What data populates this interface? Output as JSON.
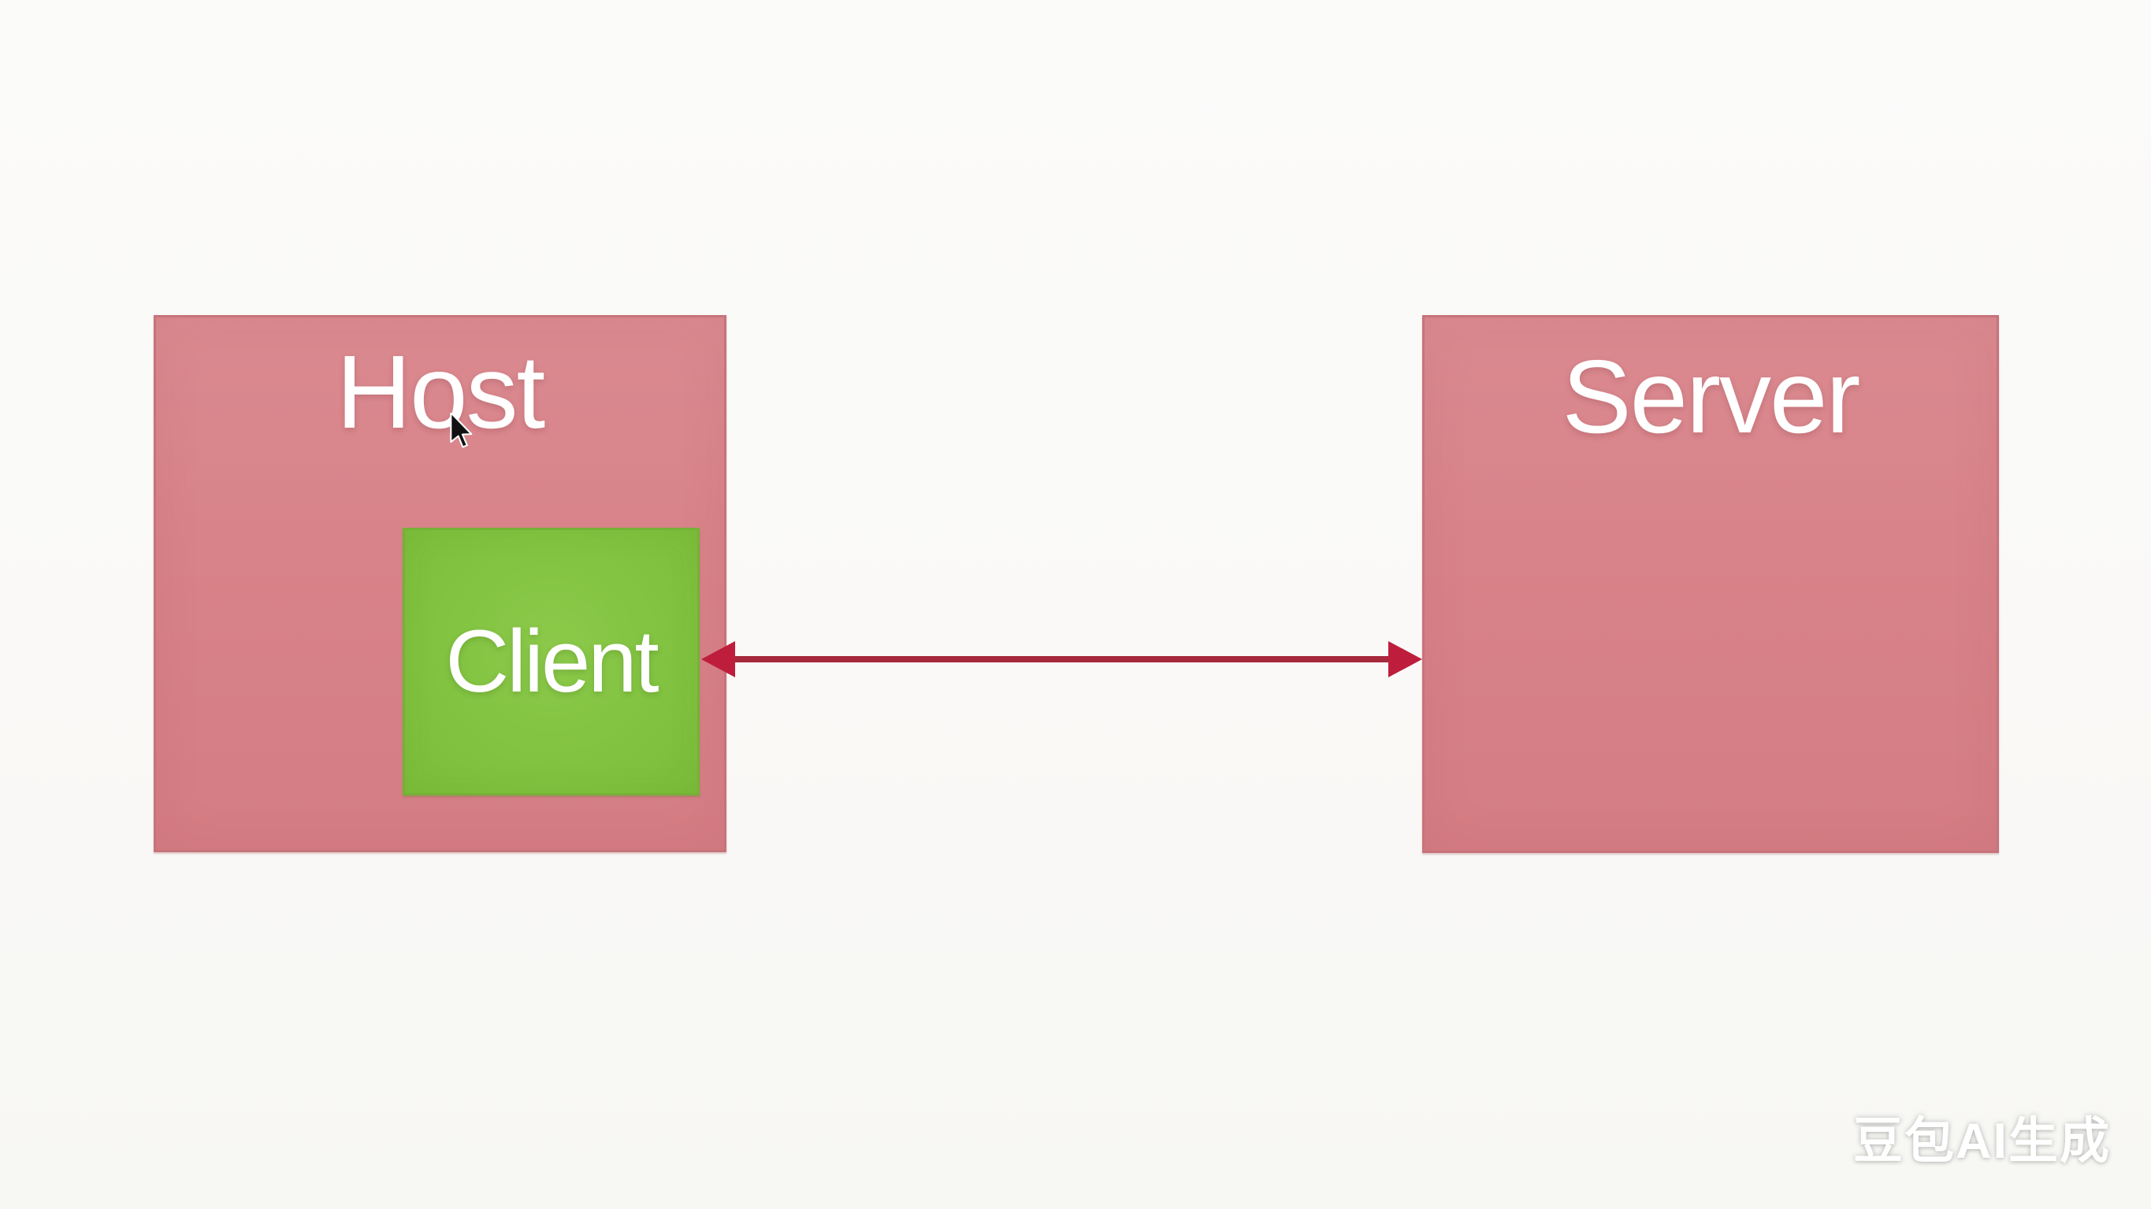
{
  "diagram": {
    "host": {
      "label": "Host",
      "fill": "#D88289",
      "border": "#C7737B"
    },
    "client": {
      "label": "Client",
      "fill": "#82C341",
      "border": "#76B137"
    },
    "server": {
      "label": "Server",
      "fill": "#D88289",
      "border": "#C7737B"
    },
    "connection": {
      "type": "double-headed-arrow",
      "line_color": "#A8283C",
      "head_color": "#BE1E3C"
    },
    "watermark": {
      "text": "豆包AI生成",
      "color": "#FFFFFF"
    },
    "cursor": {
      "icon": "arrow-cursor-icon"
    },
    "page_background": "#FAFAF8"
  }
}
